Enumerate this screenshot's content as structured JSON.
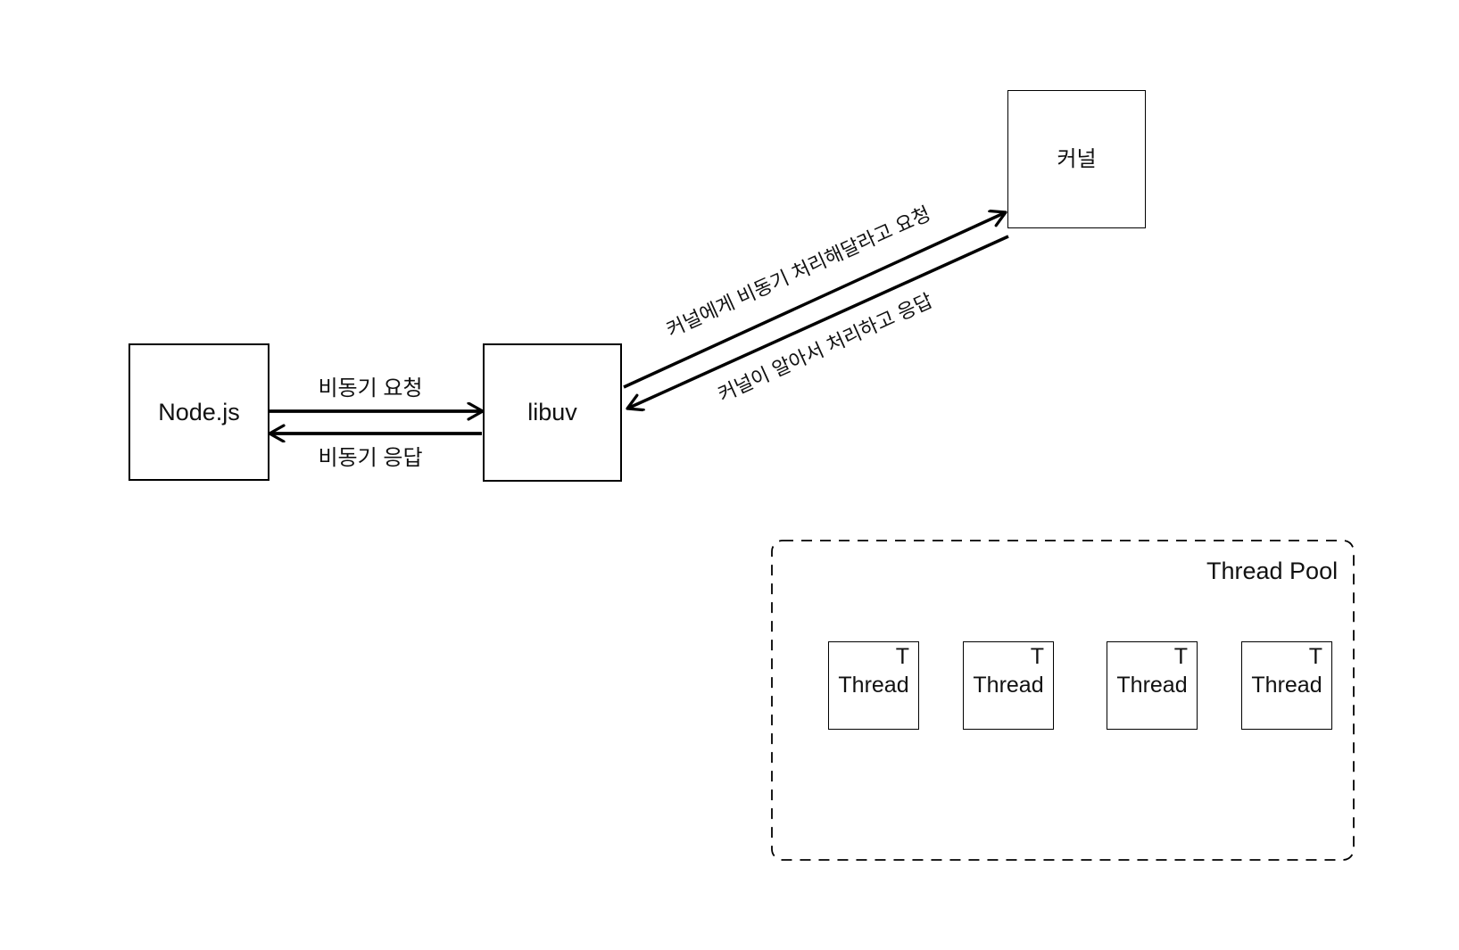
{
  "diagram": {
    "nodes": {
      "nodejs": {
        "label": "Node.js"
      },
      "libuv": {
        "label": "libuv"
      },
      "kernel": {
        "label": "커널"
      }
    },
    "edges": {
      "async_request": {
        "label": "비동기 요청",
        "direction": "nodejs→libuv"
      },
      "async_response": {
        "label": "비동기 응답",
        "direction": "libuv→nodejs"
      },
      "kernel_request": {
        "label": "커널에게 비동기 처리해달라고 요청",
        "direction": "libuv→kernel"
      },
      "kernel_response": {
        "label": "커널이 알아서 처리하고 응답",
        "direction": "kernel→libuv"
      }
    },
    "thread_pool": {
      "title": "Thread Pool",
      "threads": [
        {
          "badge": "T",
          "label": "Thread"
        },
        {
          "badge": "T",
          "label": "Thread"
        },
        {
          "badge": "T",
          "label": "Thread"
        },
        {
          "badge": "T",
          "label": "Thread"
        }
      ]
    },
    "colors": {
      "stroke": "#000000",
      "background": "#ffffff"
    }
  }
}
